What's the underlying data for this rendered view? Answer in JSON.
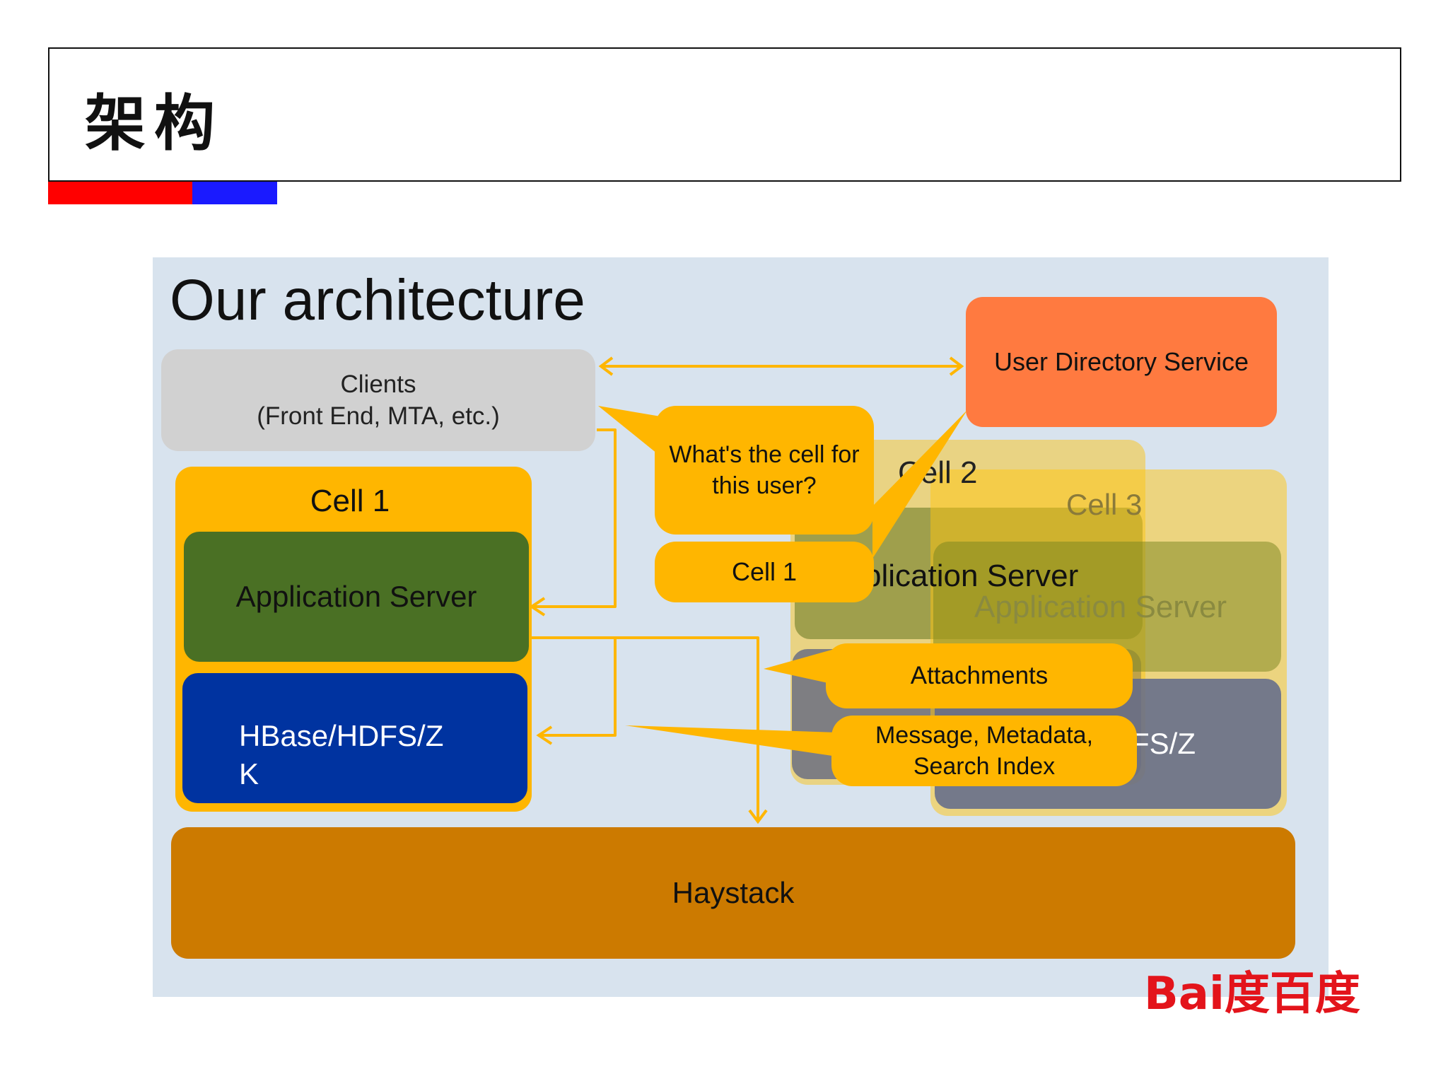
{
  "slide": {
    "title": "架构",
    "accent_colors": [
      "#ff0000",
      "#1a1aff"
    ]
  },
  "diagram": {
    "heading": "Our architecture",
    "clients": {
      "line1": "Clients",
      "line2": "(Front End, MTA, etc.)"
    },
    "user_directory": "User Directory Service",
    "cell1": {
      "label": "Cell 1",
      "app_server": "Application Server",
      "storage_line1": "HBase/HDFS/Z",
      "storage_line2": "K"
    },
    "cell2": {
      "label": "Cell 2",
      "app_server_partial": "plication Server"
    },
    "cell3": {
      "label": "Cell 3",
      "app_server": "Application Server",
      "storage_partial": "FS/Z"
    },
    "haystack": "Haystack",
    "callouts": {
      "question_line1": "What's the cell for",
      "question_line2": "this user?",
      "answer": "Cell 1",
      "attachments": "Attachments",
      "message_line1": "Message, Metadata,",
      "message_line2": "Search Index"
    },
    "colors": {
      "panel": "#d8e3ee",
      "clients": "#d1d1d1",
      "user_directory": "#ff7a40",
      "cell": "#ffb600",
      "app_server": "#4a7024",
      "storage": "#0033a0",
      "haystack": "#cc7a00",
      "arrow": "#ffb600"
    }
  },
  "logo": {
    "text": "Bai度百度",
    "color": "#e3141b"
  }
}
